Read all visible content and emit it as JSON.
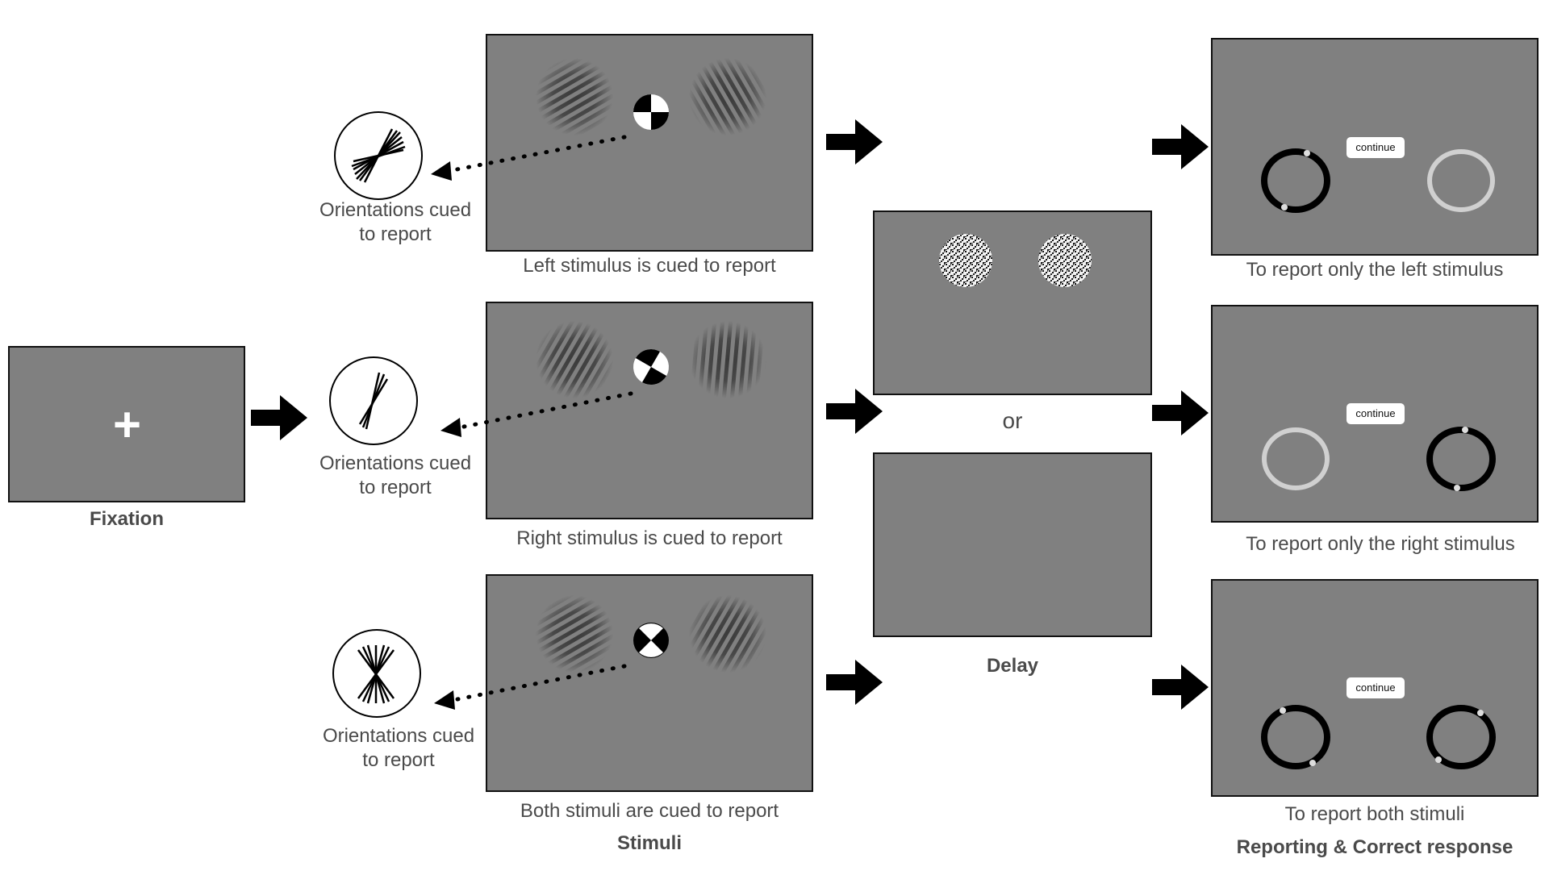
{
  "fixation": {
    "symbol": "+",
    "label": "Fixation"
  },
  "stimuli": {
    "section_label": "Stimuli",
    "rows": [
      {
        "caption": "Left stimulus is cued to report",
        "cue_text": "Orientations cued to report"
      },
      {
        "caption": "Right stimulus is cued to report",
        "cue_text": "Orientations cued to report"
      },
      {
        "caption": "Both stimuli are cued to report",
        "cue_text": "Orientations cued to report"
      }
    ]
  },
  "delay": {
    "or_text": "or",
    "label": "Delay"
  },
  "report": {
    "section_label": "Reporting & Correct response",
    "button_label": "continue",
    "rows": [
      {
        "caption": "To report only the left stimulus"
      },
      {
        "caption": "To report only the right stimulus"
      },
      {
        "caption": "To report both stimuli"
      }
    ]
  },
  "colors": {
    "screen": "#808080",
    "ring_active": "#000000",
    "ring_inactive": "#d0d0d0"
  }
}
